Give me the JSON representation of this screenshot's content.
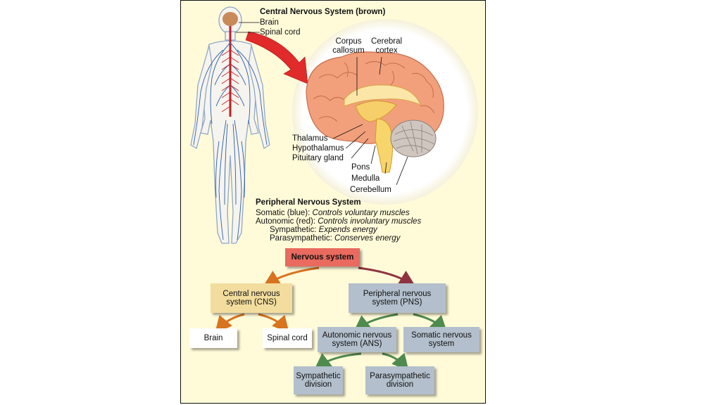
{
  "cns": {
    "heading": "Central Nervous System (brown)",
    "brain": "Brain",
    "spinal_cord": "Spinal cord"
  },
  "brain_labels": {
    "corpus_callosum": "Corpus callosum",
    "cerebral_cortex": "Cerebral cortex",
    "thalamus": "Thalamus",
    "hypothalamus": "Hypothalamus",
    "pituitary_gland": "Pituitary gland",
    "pons": "Pons",
    "medulla": "Medulla",
    "cerebellum": "Cerebellum"
  },
  "pns": {
    "heading": "Peripheral Nervous System",
    "somatic_prefix": "Somatic (blue): ",
    "somatic_desc": "Controls voluntary muscles",
    "autonomic_prefix": "Autonomic (red): ",
    "autonomic_desc": "Controls involuntary muscles",
    "sympathetic_prefix": "Sympathetic: ",
    "sympathetic_desc": "Expends energy",
    "parasympathetic_prefix": "Parasympathetic: ",
    "parasympathetic_desc": "Conserves energy"
  },
  "chart": {
    "nervous_system": "Nervous system",
    "cns_line1": "Central nervous",
    "cns_line2": "system (CNS)",
    "pns_line1": "Peripheral nervous",
    "pns_line2": "system (PNS)",
    "brain": "Brain",
    "spinal_cord": "Spinal cord",
    "ans_line1": "Autonomic nervous",
    "ans_line2": "system (ANS)",
    "somatic_line1": "Somatic nervous",
    "somatic_line2": "system",
    "sympathetic_line1": "Sympathetic",
    "sympathetic_line2": "division",
    "parasympathetic_line1": "Parasympathetic",
    "parasympathetic_line2": "division"
  },
  "colors": {
    "panel_bg": "#fffbd9",
    "root_box": "#e96a5f",
    "cns_box": "#f2dd9e",
    "pns_box": "#b3bfcc",
    "leaf_box": "#ffffff",
    "orange_arrow": "#d8731f",
    "red_arrow": "#8f3340",
    "green_arrow": "#4f8a4f",
    "big_arrow": "#e12a2a"
  }
}
